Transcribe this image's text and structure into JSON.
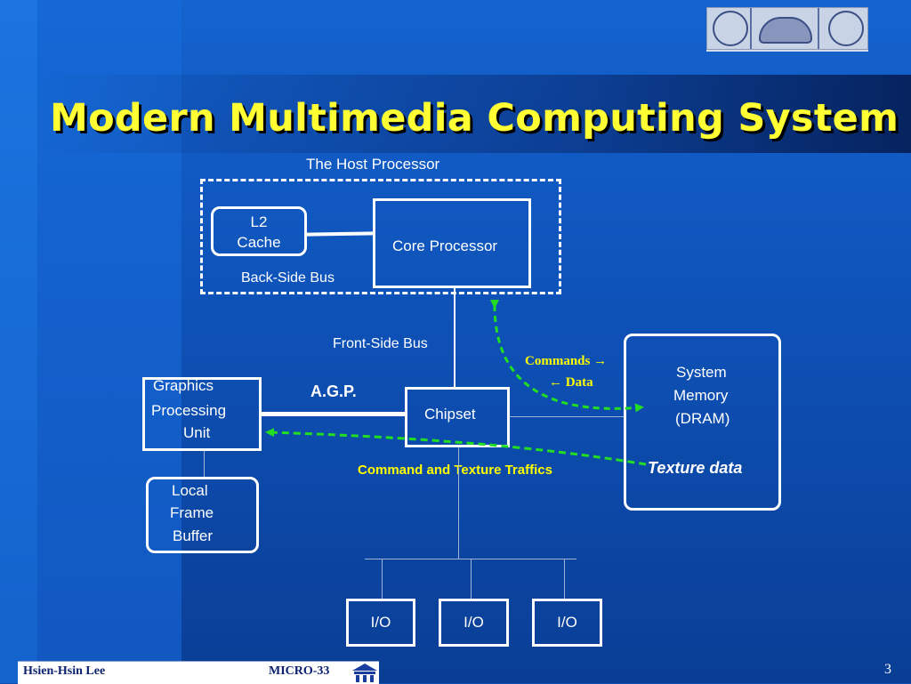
{
  "slide": {
    "title": "Modern Multimedia Computing System",
    "page_number": "3"
  },
  "footer": {
    "author": "Hsien-Hsin Lee",
    "venue": "MICRO-33"
  },
  "diagram": {
    "host_processor_label": "The Host Processor",
    "l2_cache_line1": "L2",
    "l2_cache_line2": "Cache",
    "core_processor": "Core Processor",
    "back_side_bus": "Back-Side Bus",
    "front_side_bus": "Front-Side Bus",
    "chipset": "Chipset",
    "agp": "A.G.P.",
    "gpu_line1": "Graphics",
    "gpu_line2": "Processing",
    "gpu_line3": "Unit",
    "lfb_line1": "Local",
    "lfb_line2": "Frame",
    "lfb_line3": "Buffer",
    "sysmem_line1": "System",
    "sysmem_line2": "Memory",
    "sysmem_line3": "(DRAM)",
    "commands_label": "Commands →",
    "data_label": "← Data",
    "texture_data": "Texture data",
    "command_texture_traffics": "Command and Texture Traffics",
    "io_devices": [
      "I/O",
      "I/O",
      "I/O"
    ]
  },
  "colors": {
    "title": "#ffff33",
    "annotation_yellow": "#ffff00",
    "arrow_green": "#22dd22"
  }
}
